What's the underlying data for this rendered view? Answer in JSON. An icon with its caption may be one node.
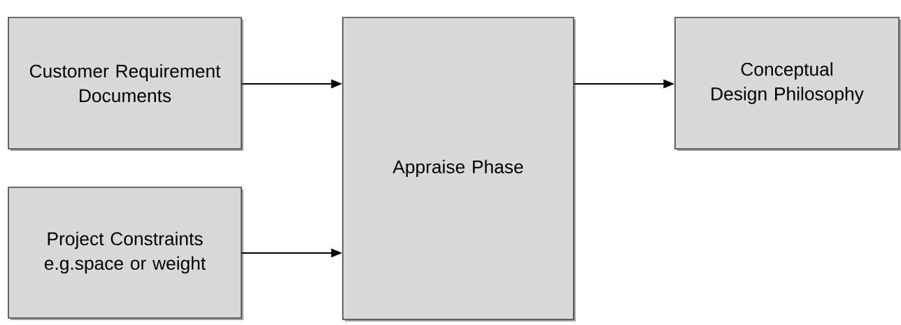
{
  "diagram": {
    "nodes": [
      {
        "text": [
          "Customer Requirement Documents"
        ]
      },
      {
        "text": [
          "Project Constraints e.g.space or weight"
        ]
      },
      {
        "text": [
          "Appraise Phase"
        ]
      },
      {
        "text": [
          "Conceptual Design Philosophy"
        ]
      }
    ],
    "edges": [
      {
        "from": 0,
        "to": 2,
        "arrow": "to"
      },
      {
        "from": 1,
        "to": 2,
        "arrow": "to"
      },
      {
        "from": 2,
        "to": 3,
        "arrow": "to"
      }
    ]
  }
}
